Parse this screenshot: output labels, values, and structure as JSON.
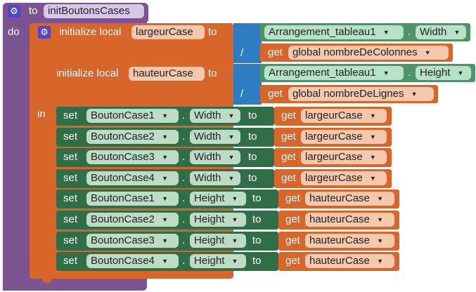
{
  "procedure": {
    "to_label": "to",
    "name": "initBoutonsCases",
    "do_label": "do"
  },
  "locals": [
    {
      "init_label": "initialize local",
      "var": "largeurCase",
      "to_label": "to",
      "component": "Arrangement_tableau1",
      "property": "Width",
      "divide": "/",
      "get_label": "get",
      "global": "global nombreDeColonnes"
    },
    {
      "init_label": "initialize local",
      "var": "hauteurCase",
      "to_label": "to",
      "component": "Arrangement_tableau1",
      "property": "Height",
      "divide": "/",
      "get_label": "get",
      "global": "global nombreDeLignes"
    }
  ],
  "in_label": "in",
  "sets": [
    {
      "set_label": "set",
      "component": "BoutonCase1",
      "property": "Width",
      "to_label": "to",
      "get_label": "get",
      "var": "largeurCase"
    },
    {
      "set_label": "set",
      "component": "BoutonCase2",
      "property": "Width",
      "to_label": "to",
      "get_label": "get",
      "var": "largeurCase"
    },
    {
      "set_label": "set",
      "component": "BoutonCase3",
      "property": "Width",
      "to_label": "to",
      "get_label": "get",
      "var": "largeurCase"
    },
    {
      "set_label": "set",
      "component": "BoutonCase4",
      "property": "Width",
      "to_label": "to",
      "get_label": "get",
      "var": "largeurCase"
    },
    {
      "set_label": "set",
      "component": "BoutonCase1",
      "property": "Height",
      "to_label": "to",
      "get_label": "get",
      "var": "hauteurCase"
    },
    {
      "set_label": "set",
      "component": "BoutonCase2",
      "property": "Height",
      "to_label": "to",
      "get_label": "get",
      "var": "hauteurCase"
    },
    {
      "set_label": "set",
      "component": "BoutonCase3",
      "property": "Height",
      "to_label": "to",
      "get_label": "get",
      "var": "hauteurCase"
    },
    {
      "set_label": "set",
      "component": "BoutonCase4",
      "property": "Height",
      "to_label": "to",
      "get_label": "get",
      "var": "hauteurCase"
    }
  ],
  "icons": {
    "gear": "gear-icon",
    "dropdown": "dropdown-arrow-icon"
  },
  "colors": {
    "procedure": "#7b5390",
    "variable": "#d8652a",
    "component_getter": "#4e9468",
    "setter": "#2f6e46",
    "math": "#2e7cc2"
  }
}
